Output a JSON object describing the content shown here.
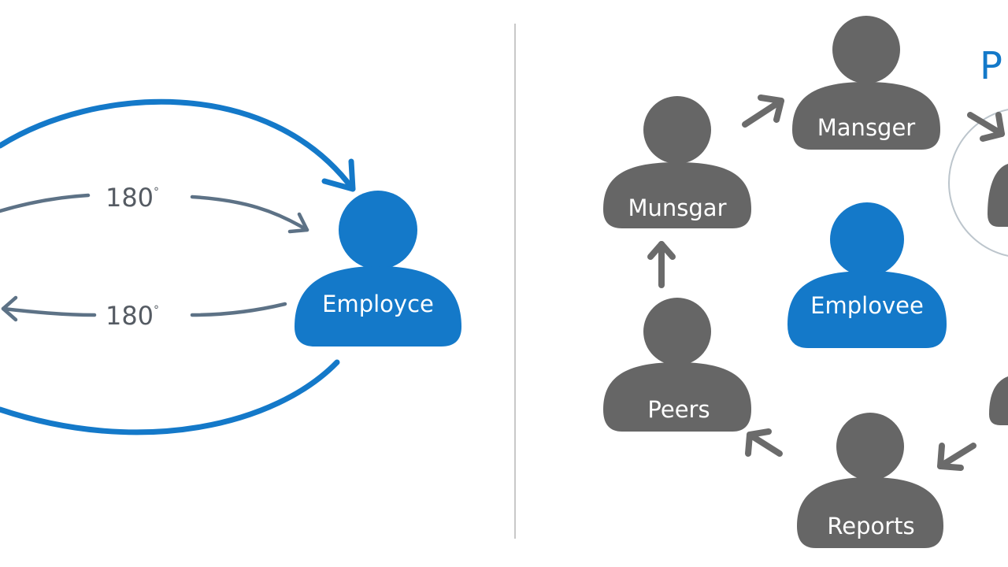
{
  "colors": {
    "accent": "#1479c9",
    "person_gray": "#666666",
    "arrow_slate": "#5d7286",
    "arrow_gray": "#6b6b6b",
    "divider": "#c8c8c8"
  },
  "left": {
    "top_label": "180",
    "top_suffix": "°",
    "bottom_label": "180",
    "bottom_suffix": "°",
    "employee_label": "Employce"
  },
  "right": {
    "partial_title": "P",
    "employee_label": "Emplovee",
    "people": [
      {
        "id": "manager-top",
        "label": "Mansger"
      },
      {
        "id": "manager-left",
        "label": "Munsgar"
      },
      {
        "id": "peers",
        "label": "Peers"
      },
      {
        "id": "reports",
        "label": "Reports"
      }
    ]
  }
}
